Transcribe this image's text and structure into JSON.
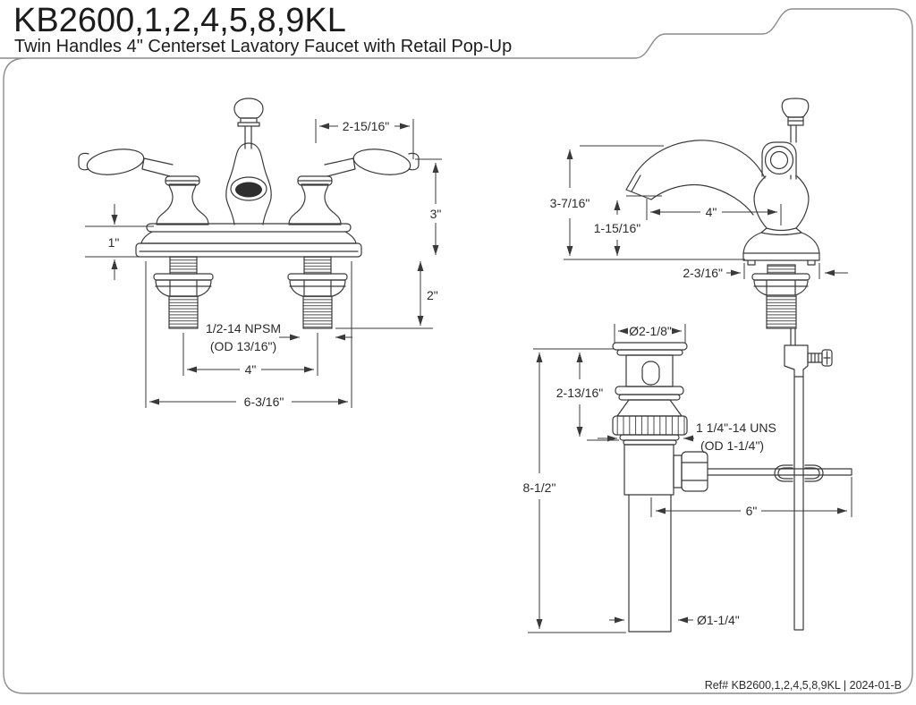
{
  "header": {
    "model": "KB2600,1,2,4,5,8,9KL",
    "subtitle": "Twin Handles 4\" Centerset Lavatory Faucet with Retail Pop-Up"
  },
  "footer": {
    "ref": "Ref# KB2600,1,2,4,5,8,9KL | 2024-01-B"
  },
  "colors": {
    "line": "#3a3a3a",
    "border": "#8c8c8c",
    "aerator_fill": "#2f2f2f",
    "text": "#2b2b2b"
  },
  "views": {
    "front": {
      "dims": {
        "handle_span": "2-15/16\"",
        "height_above_deck": "3\"",
        "deck_height": "1\"",
        "shank_length": "2\"",
        "thread_spec_line1": "1/2-14 NPSM",
        "thread_spec_line2": "(OD 13/16\")",
        "faucet_centers": "4\"",
        "overall_width": "6-3/16\""
      }
    },
    "side": {
      "dims": {
        "overall_height": "3-7/16\"",
        "spout_height": "1-15/16\"",
        "spout_reach": "4\"",
        "body_depth": "2-3/16\""
      }
    },
    "drain": {
      "dims": {
        "flange_diameter": "Ø2-1/8\"",
        "top_assembly_height": "2-13/16\"",
        "thread_spec_line1": "1 1/4\"-14 UNS",
        "thread_spec_line2": "(OD 1-1/4\")",
        "overall_height": "8-1/2\"",
        "ball_rod_length": "6\"",
        "tailpiece_diameter": "Ø1-1/4\""
      }
    }
  }
}
